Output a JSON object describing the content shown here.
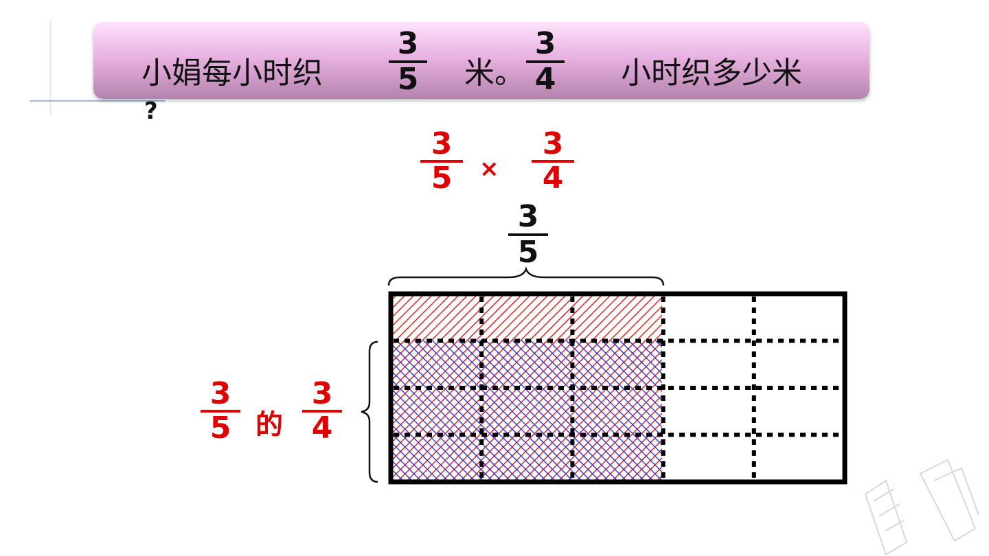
{
  "question": {
    "part1": "小娟每小时织",
    "fraction1": {
      "numerator": "3",
      "denominator": "5"
    },
    "part2": "米。",
    "fraction2": {
      "numerator": "3",
      "denominator": "4"
    },
    "part3": "小时织多少米",
    "question_mark": "?"
  },
  "expression": {
    "left": {
      "numerator": "3",
      "denominator": "5"
    },
    "operator": "×",
    "right": {
      "numerator": "3",
      "denominator": "4"
    }
  },
  "top_brace_label": {
    "numerator": "3",
    "denominator": "5"
  },
  "side_label": {
    "left": {
      "numerator": "3",
      "denominator": "5"
    },
    "word": "的",
    "right": {
      "numerator": "3",
      "denominator": "4"
    }
  },
  "diagram": {
    "columns": 5,
    "rows": 4,
    "shaded_columns": 3,
    "shaded_rows": 3
  },
  "colors": {
    "accent_red": "#e00000",
    "hatch_red": "#e02020",
    "hatch_blue": "#3a3ae0",
    "banner_top": "#fde3fb",
    "banner_bottom": "#b483ad"
  }
}
